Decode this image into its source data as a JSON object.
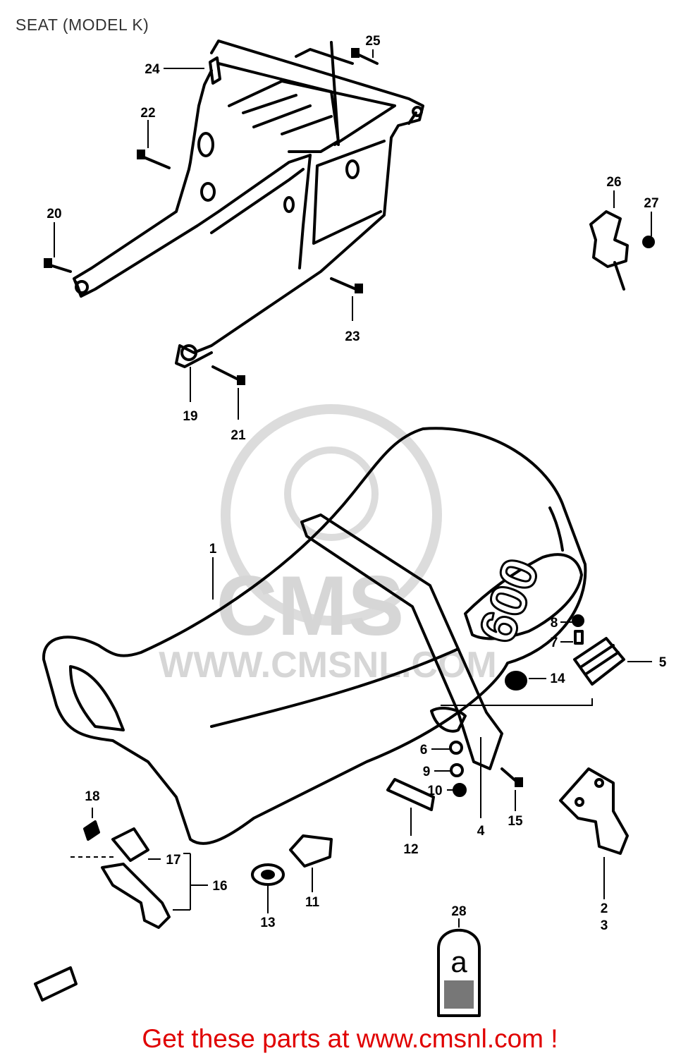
{
  "title": "SEAT (MODEL K)",
  "footer_text": "Get these parts at www.cmsnl.com !",
  "watermark": {
    "brand": "CMS",
    "url": "WWW.CMSNL.COM"
  },
  "seat_logo_text": "600",
  "tag_letter": "a",
  "part_labels": {
    "p1": "1",
    "p2": "2",
    "p3": "3",
    "p4": "4",
    "p5": "5",
    "p6": "6",
    "p7": "7",
    "p8": "8",
    "p9": "9",
    "p10": "10",
    "p11": "11",
    "p12": "12",
    "p13": "13",
    "p14": "14",
    "p15": "15",
    "p16": "16",
    "p17": "17",
    "p18": "18",
    "p19": "19",
    "p20": "20",
    "p21": "21",
    "p22": "22",
    "p23": "23",
    "p24": "24",
    "p25": "25",
    "p26": "26",
    "p27": "27",
    "p28": "28"
  }
}
